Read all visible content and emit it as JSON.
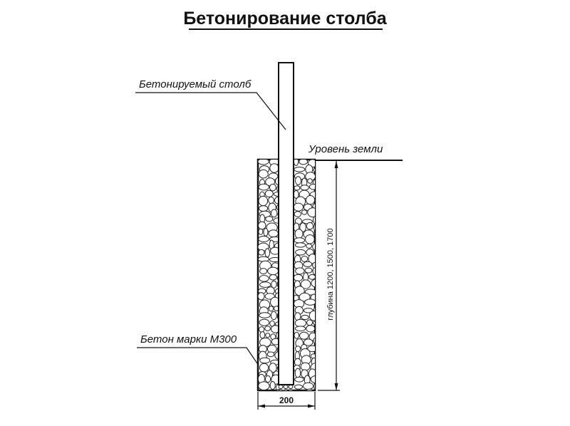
{
  "title": "Бетонирование столба",
  "labels": {
    "post": "Бетонируемый столб",
    "ground": "Уровень земли",
    "concrete": "Бетон марки М300",
    "depth": "глубина  1200,  1500,  1700",
    "width": "200"
  },
  "colors": {
    "ink": "#111111",
    "background": "#ffffff"
  }
}
